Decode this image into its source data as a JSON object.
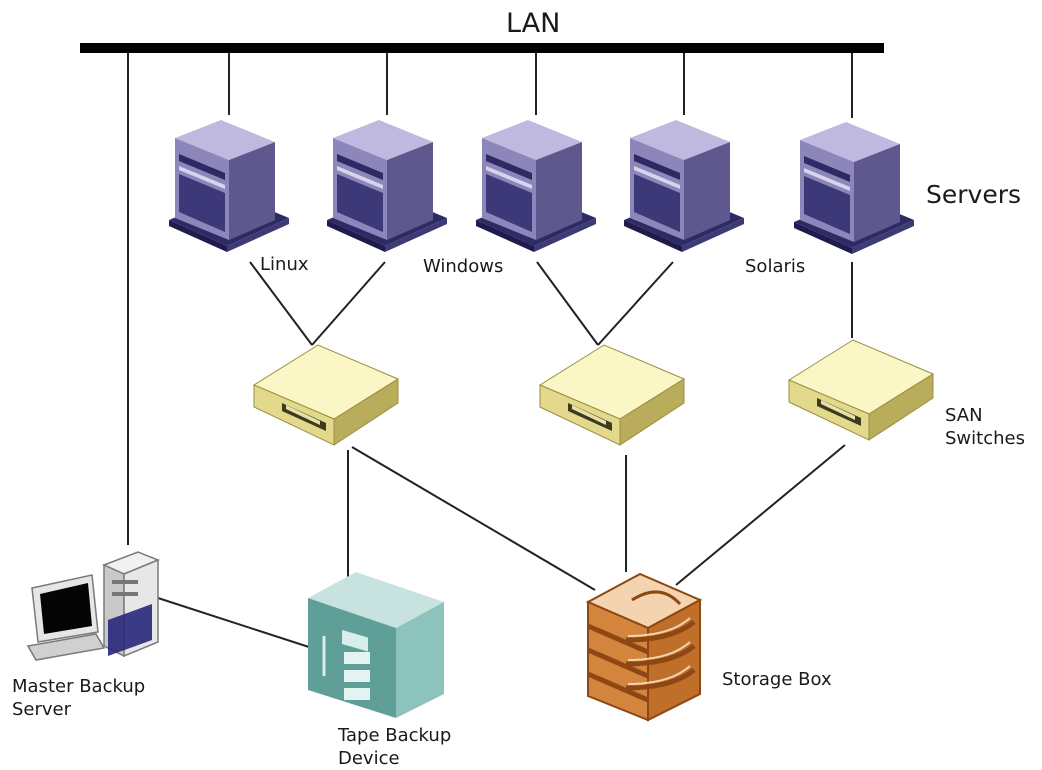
{
  "diagram": {
    "lan_label": "LAN",
    "servers_label": "Servers",
    "os_labels": [
      "Linux",
      "Windows",
      "Solaris"
    ],
    "san_label_line1": "SAN",
    "san_label_line2": "Switches",
    "master_label_line1": "Master Backup",
    "master_label_line2": "Server",
    "tape_label_line1": "Tape Backup",
    "tape_label_line2": "Device",
    "storage_label": "Storage Box"
  },
  "colors": {
    "server_front": "#8d86ba",
    "server_side": "#5e588f",
    "server_top": "#bfb9df",
    "server_base": "#2e2a63",
    "switch_top": "#fbf6c6",
    "switch_front": "#e3d98d",
    "switch_side": "#b9ad5c",
    "tape_front": "#5f9f98",
    "tape_side": "#8cc3bd",
    "tape_top": "#c8e3df",
    "storage_orange": "#d4853d",
    "storage_dark": "#8e4612",
    "storage_light": "#f3d3b0",
    "line": "#222222"
  }
}
